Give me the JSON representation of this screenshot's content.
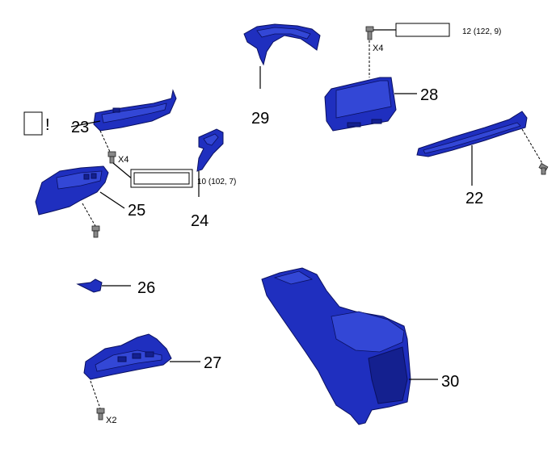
{
  "callouts": {
    "p22": "22",
    "p23": "23",
    "p24": "24",
    "p25": "25",
    "p26": "26",
    "p27": "27",
    "p28": "28",
    "p29": "29",
    "p30": "30"
  },
  "torque": {
    "upper": "12 (122, 9)",
    "lower": "10 (102, 7)"
  },
  "quantities": {
    "upper_bolt": "X4",
    "left_bolt": "X4",
    "bottom_bolt": "X2"
  },
  "notice_mark": "!"
}
